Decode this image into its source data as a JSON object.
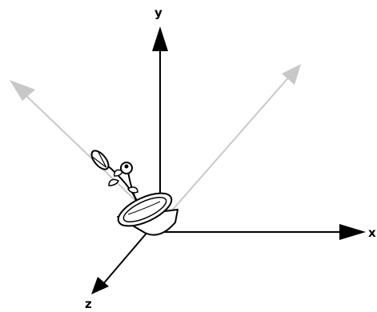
{
  "axes": {
    "x_label": "x",
    "y_label": "y",
    "z_label": "z"
  },
  "colors": {
    "primary_axis": "#000000",
    "rotated_axis": "#c8c8c8",
    "outline": "#000000",
    "fill": "#ffffff"
  },
  "icons": {
    "object": "flower-pot-icon"
  }
}
